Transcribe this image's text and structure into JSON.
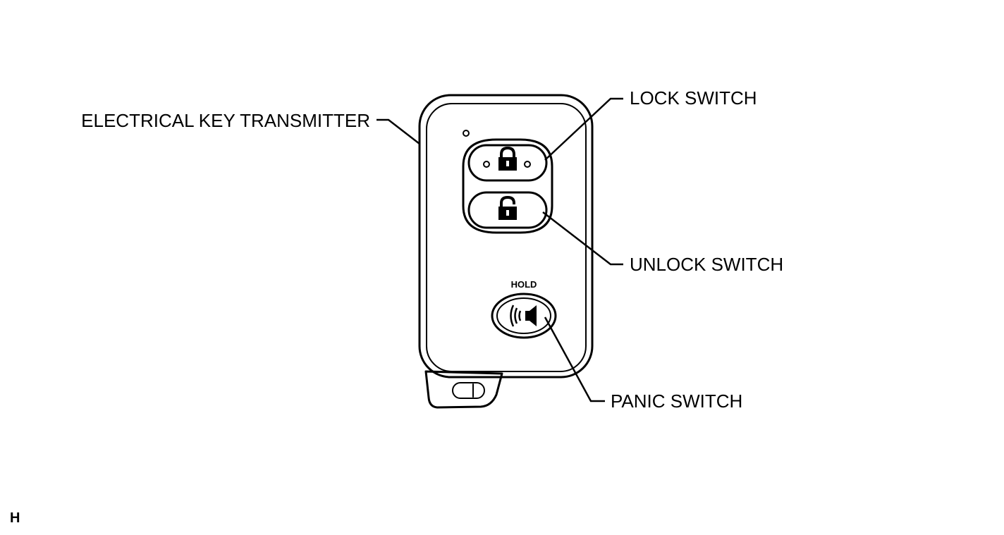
{
  "labels": {
    "transmitter": "ELECTRICAL KEY TRANSMITTER",
    "lock_switch": "LOCK SWITCH",
    "unlock_switch": "UNLOCK SWITCH",
    "panic_switch": "PANIC SWITCH"
  },
  "hold_text": "HOLD",
  "figure_id": "H",
  "icons": [
    "padlock-closed-icon",
    "padlock-open-icon",
    "horn-speaker-icon"
  ]
}
